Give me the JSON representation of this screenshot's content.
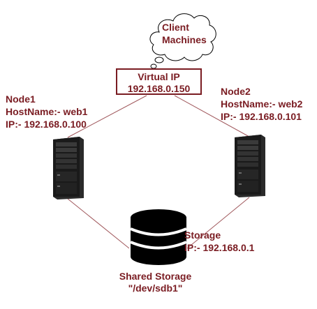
{
  "cloud": {
    "line1": "Client",
    "line2": "Machines"
  },
  "virtual_ip": {
    "title": "Virtual IP",
    "ip": "192.168.0.150"
  },
  "node1": {
    "name": "Node1",
    "hostname": "HostName:- web1",
    "ip": "IP:- 192.168.0.100"
  },
  "node2": {
    "name": "Node2",
    "hostname": "HostName:- web2",
    "ip": "IP:- 192.168.0.101"
  },
  "storage": {
    "label": "Storage",
    "ip": "IP:- 192.168.0.1",
    "shared_title": "Shared Storage",
    "device": "\"/dev/sdb1\""
  },
  "colors": {
    "text": "#7a1c22",
    "server_body": "#1b1b1b",
    "line": "#a0585c"
  }
}
